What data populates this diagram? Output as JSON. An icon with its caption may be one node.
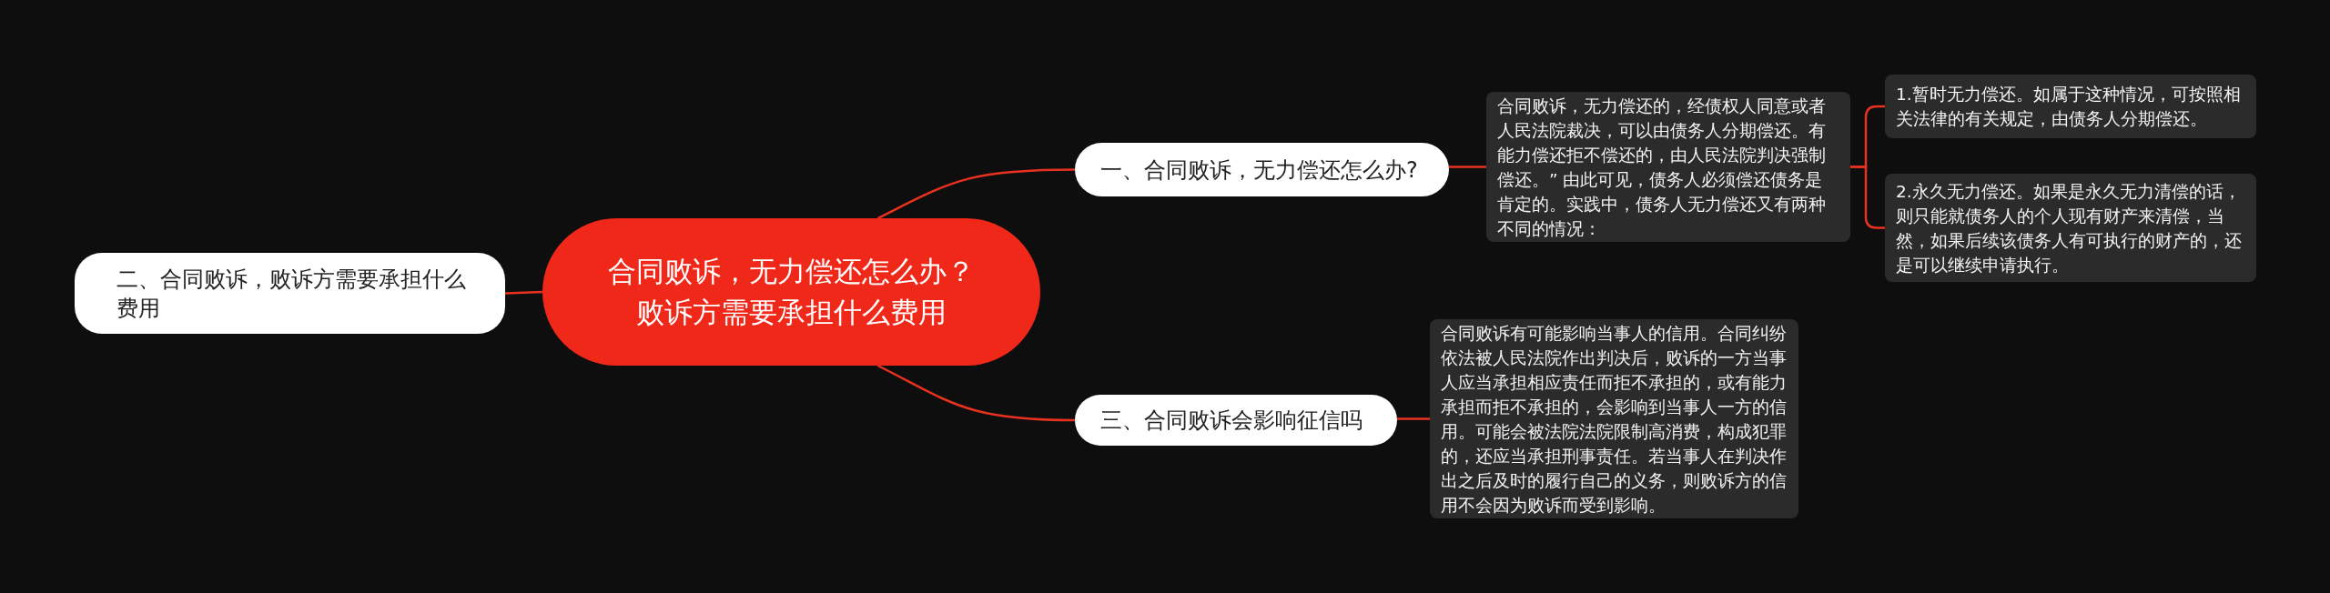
{
  "diagram": {
    "nodes": [
      {
        "text": [
          "合同败诉，无力偿还怎么办？败诉方需要承担什么费用"
        ]
      },
      {
        "text": [
          "二、合同败诉，败诉方需要承担什么费用"
        ]
      },
      {
        "text": [
          "一、合同败诉，无力偿还怎么办?"
        ]
      },
      {
        "text": [
          "合同败诉，无力偿还的，经债权人同意或者人民法院裁决，可以由债务人分期偿还。有能力偿还拒不偿还的，由人民法院判决强制偿还。” 由此可见，债务人必须偿还债务是肯定的。实践中，债务人无力偿还又有两种不同的情况："
        ]
      },
      {
        "text": [
          "1.暂时无力偿还。如属于这种情况，可按照相关法律的有关规定，由债务人分期偿还。"
        ]
      },
      {
        "text": [
          "2.永久无力偿还。如果是永久无力清偿的话，则只能就债务人的个人现有财产来清偿，当然，如果后续该债务人有可执行的财产的，还是可以继续申请执行。"
        ]
      },
      {
        "text": [
          "三、合同败诉会影响征信吗"
        ]
      },
      {
        "text": [
          "合同败诉有可能影响当事人的信用。合同纠纷依法被人民法院作出判决后，败诉的一方当事人应当承担相应责任而拒不承担的，或有能力承担而拒不承担的，会影响到当事人一方的信用。可能会被法院法院限制高消费，构成犯罪的，还应当承担刑事责任。若当事人在判决作出之后及时的履行自己的义务，则败诉方的信用不会因为败诉而受到影响。"
        ]
      }
    ],
    "edges": [
      {
        "from": 0,
        "to": 1,
        "arrow": "none"
      },
      {
        "from": 0,
        "to": 2,
        "arrow": "none"
      },
      {
        "from": 2,
        "to": 3,
        "arrow": "none"
      },
      {
        "from": 3,
        "to": 4,
        "arrow": "none"
      },
      {
        "from": 3,
        "to": 5,
        "arrow": "none"
      },
      {
        "from": 0,
        "to": 6,
        "arrow": "none"
      },
      {
        "from": 6,
        "to": 7,
        "arrow": "none"
      }
    ]
  }
}
